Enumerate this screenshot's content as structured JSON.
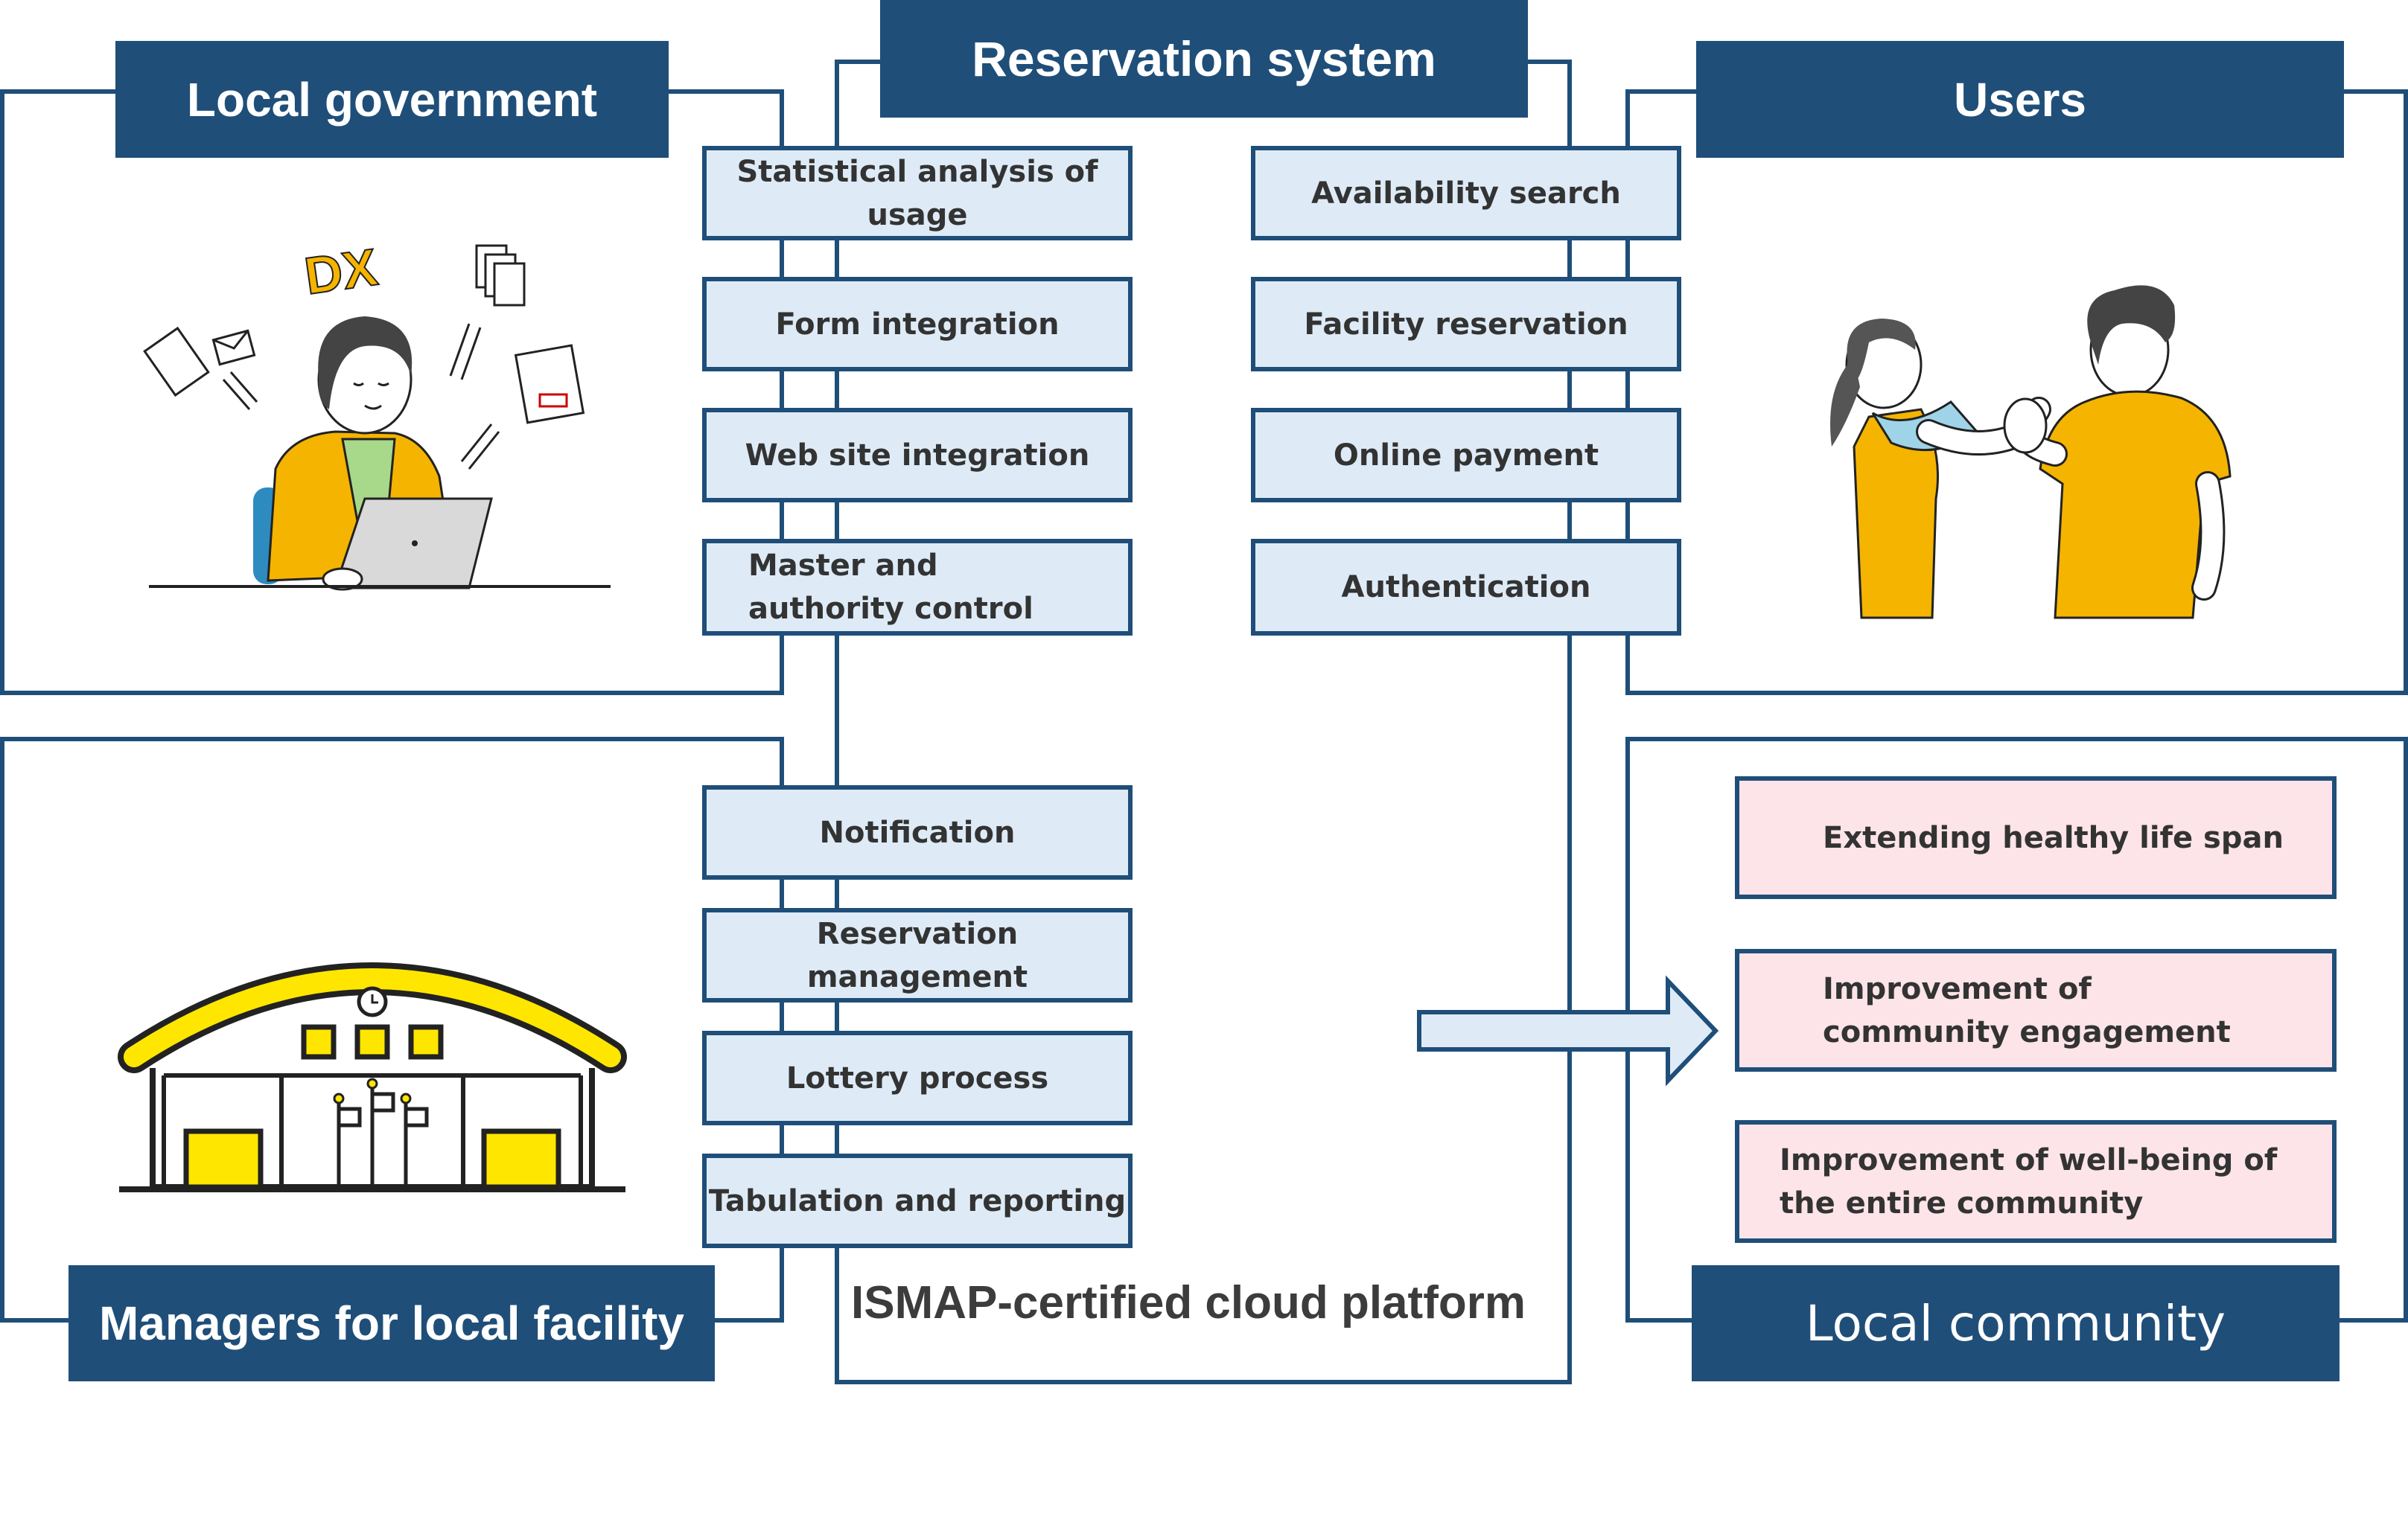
{
  "reservation_system": {
    "title": "Reservation system",
    "left_functions": [
      "Statistical analysis of usage",
      "Form integration",
      "Web site integration",
      "Master and authority control"
    ],
    "right_functions": [
      "Availability search",
      "Facility reservation",
      "Online payment",
      "Authentication"
    ],
    "lower_functions": [
      "Notification",
      "Reservation management",
      "Lottery process",
      "Tabulation and reporting"
    ],
    "platform_label": "ISMAP-certified cloud platform"
  },
  "local_government": {
    "title": "Local government",
    "illustration_text": "DX"
  },
  "users": {
    "title": "Users"
  },
  "facility_managers": {
    "title": "Managers for local facility"
  },
  "local_community": {
    "title": "Local community",
    "benefits": [
      "Extending healthy life span",
      "Improvement of community engagement",
      "Improvement of  well-being of the entire community"
    ]
  },
  "colors": {
    "navy": "#1f4e79",
    "function_fill": "#deebf7",
    "benefit_fill": "#fce4e8",
    "accent_yellow": "#f5b400",
    "building_yellow": "#ffe600"
  },
  "icons": [
    "office-worker-laptop-illustration",
    "two-people-handshake-illustration",
    "community-facility-building-icon",
    "right-arrow-icon"
  ]
}
